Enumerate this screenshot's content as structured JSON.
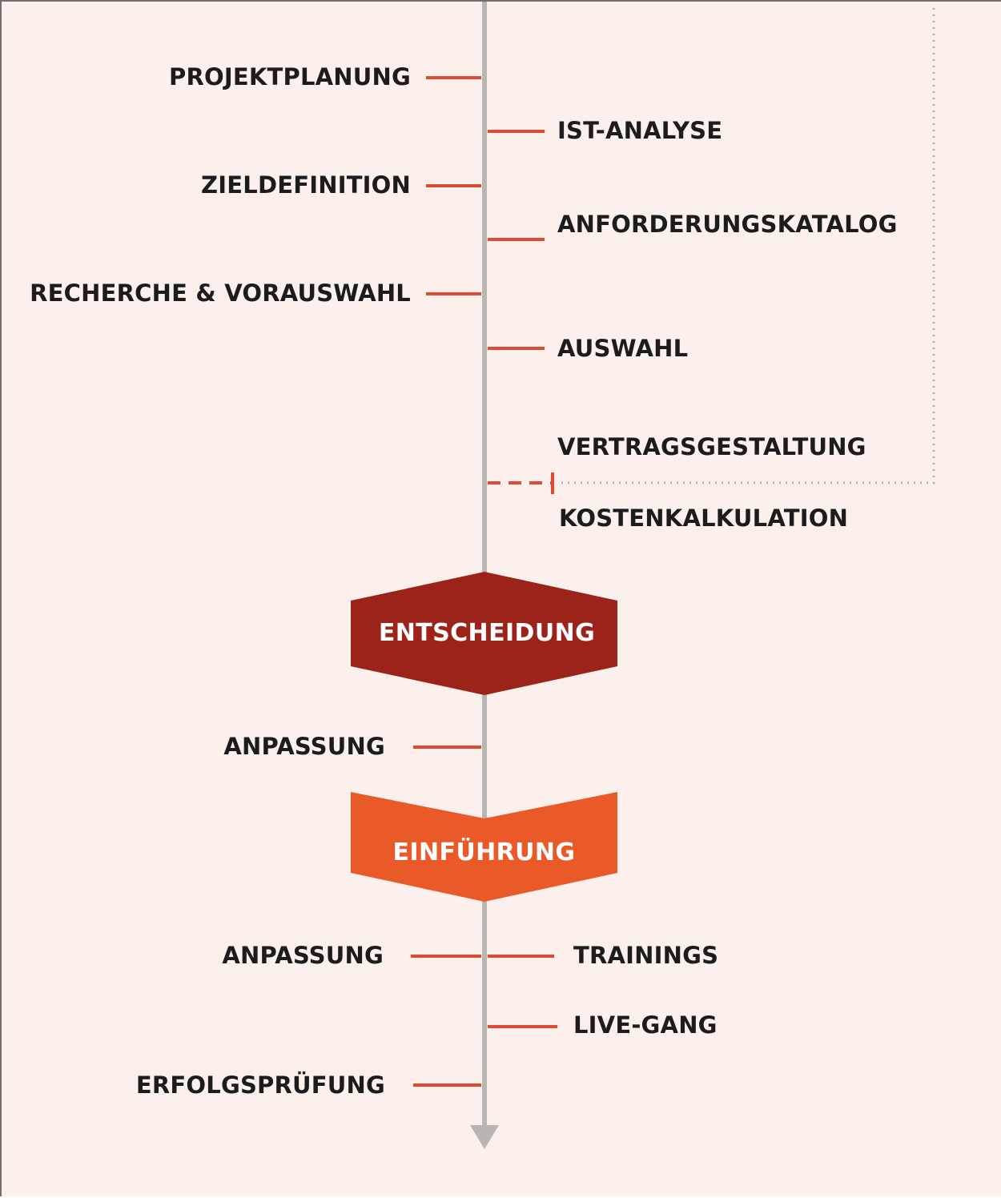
{
  "colors": {
    "background": "#fbf0ec",
    "timeline": "#b9b5b3",
    "tick": "#e04b33",
    "decision": "#9c2319",
    "introduction": "#ea5a29",
    "label": "#1c1c1c",
    "dotted": "#b4b4b4"
  },
  "steps": {
    "projektplanung": "PROJEKTPLANUNG",
    "ist_analyse": "IST-ANALYSE",
    "zieldefinition": "ZIELDEFINITION",
    "anforderungskatalog": "ANFORDERUNGSKATALOG",
    "recherche": "RECHERCHE & VORAUSWAHL",
    "auswahl": "AUSWAHL",
    "vertragsgestaltung": "VERTRAGSGESTALTUNG",
    "kostenkalkulation": "KOSTENKALKULATION",
    "anpassung_1": "ANPASSUNG",
    "anpassung_2": "ANPASSUNG",
    "trainings": "TRAININGS",
    "live_gang": "LIVE-GANG",
    "erfolgspruefung": "ERFOLGSPRÜFUNG"
  },
  "milestones": {
    "entscheidung": "ENTSCHEIDUNG",
    "einfuehrung": "EINFÜHRUNG"
  }
}
